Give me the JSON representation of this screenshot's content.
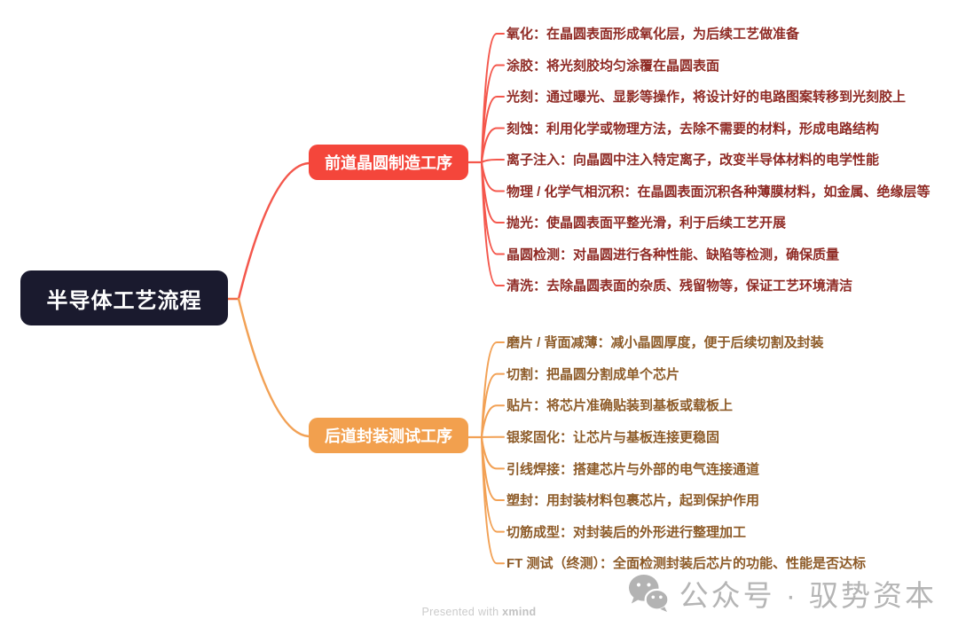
{
  "root": {
    "label": "半导体工艺流程"
  },
  "branches": [
    {
      "label": "前道晶圆制造工序",
      "box_color": "#f4463b",
      "line_color": "#f4574c",
      "text_color": "#8f2a24",
      "items": [
        "氧化：在晶圆表面形成氧化层，为后续工艺做准备",
        "涂胶：将光刻胶均匀涂覆在晶圆表面",
        "光刻：通过曝光、显影等操作，将设计好的电路图案转移到光刻胶上",
        "刻蚀：利用化学或物理方法，去除不需要的材料，形成电路结构",
        "离子注入：向晶圆中注入特定离子，改变半导体材料的电学性能",
        "物理 / 化学气相沉积：在晶圆表面沉积各种薄膜材料，如金属、绝缘层等",
        "抛光：使晶圆表面平整光滑，利于后续工艺开展",
        "晶圆检测：对晶圆进行各种性能、缺陷等检测，确保质量",
        "清洗：去除晶圆表面的杂质、残留物等，保证工艺环境清洁"
      ]
    },
    {
      "label": "后道封装测试工序",
      "box_color": "#f2a04e",
      "line_color": "#f2a155",
      "text_color": "#8d5b28",
      "items": [
        "磨片 / 背面减薄：减小晶圆厚度，便于后续切割及封装",
        "切割：把晶圆分割成单个芯片",
        "贴片：将芯片准确贴装到基板或载板上",
        "银浆固化：让芯片与基板连接更稳固",
        "引线焊接：搭建芯片与外部的电气连接通道",
        "塑封：用封装材料包裹芯片，起到保护作用",
        "切筋成型：对封装后的外形进行整理加工",
        "FT 测试（终测）：全面检测封装后芯片的功能、性能是否达标"
      ]
    }
  ],
  "footer": {
    "presented_with": "Presented with",
    "brand": "xmind"
  },
  "watermark": {
    "icon": "wechat-icon",
    "text": "公众号 · 驭势资本",
    "color": "#b5b5b5"
  },
  "colors": {
    "background": "#ffffff",
    "root_bg": "#1a1a2e",
    "root_fork_stub": "#ef6f48"
  }
}
